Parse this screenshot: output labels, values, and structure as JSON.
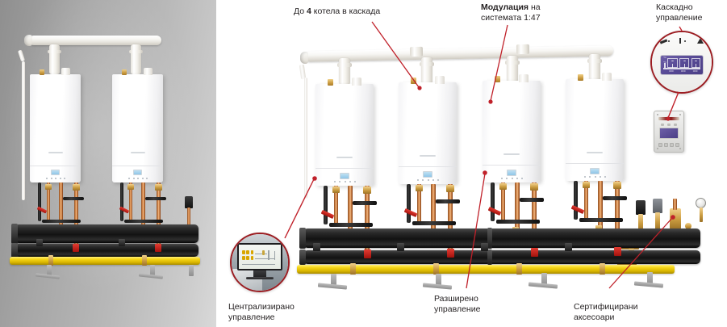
{
  "diagram": {
    "title_absent": true,
    "left_photo": {
      "name": "two-boiler-cascade-photo",
      "boiler_count": 2,
      "background": "#a6a6a6",
      "description_absent": true
    },
    "right_photo": {
      "name": "four-boiler-cascade-photo",
      "boiler_count": 4,
      "background": "#ffffff"
    },
    "accent_color": "#9c1d22",
    "text_color": "#231f20"
  },
  "labels": {
    "cascade_count": {
      "name": "label-cascade-count",
      "line1_pre": "До ",
      "line1_bold": "4",
      "line1_post": " котела в каскада"
    },
    "modulation": {
      "name": "label-modulation",
      "line1_bold": "Модулация",
      "line1_post": " на",
      "line2": "системата 1:47"
    },
    "cascade_control": {
      "name": "label-cascade-control",
      "line1": "Каскадно",
      "line2": "управление"
    },
    "centralized_control": {
      "name": "label-centralized-control",
      "line1": "Централизирано",
      "line2": "управление"
    },
    "extended_control": {
      "name": "label-extended-control",
      "line1": "Разширено",
      "line2": "управление"
    },
    "certified_accessories": {
      "name": "label-certified-accessories",
      "line1": "Сертифицирани",
      "line2": "аксесоари"
    }
  },
  "callouts": {
    "centralized": {
      "name": "callout-centralized-monitor",
      "kind": "circle-photo",
      "content": "desktop-monitor-with-hydraulic-schematic"
    },
    "cascade": {
      "name": "callout-cascade-display",
      "kind": "circle-photo",
      "content": "purple-lcd-cascade-controller-display"
    },
    "controller_unit": {
      "name": "cascade-controller-unit",
      "kind": "device",
      "content": "wall-mounted-controller-with-purple-lcd"
    }
  },
  "components": {
    "flue_header": "white-flue-collector-pipe",
    "boilers": "wall-hung-condensing-gas-boilers",
    "manifolds": "black-insulated-flow-return-manifolds",
    "gas_line": "yellow-gas-supply-pipe",
    "copper": "copper-connection-pipes",
    "valves": "red-handle-isolation-valves",
    "accessories": "pressure-gauges-and-safety-valves"
  }
}
